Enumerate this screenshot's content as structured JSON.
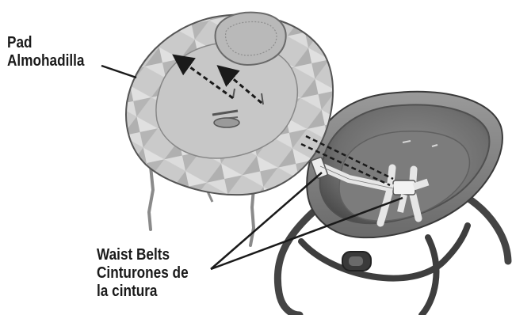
{
  "labels": {
    "pad": {
      "en": "Pad",
      "es": "Almohadilla"
    },
    "waist_belts": {
      "en": "Waist Belts",
      "es_line1": "Cinturones de",
      "es_line2": "la cintura"
    }
  },
  "colors": {
    "ink": "#1a1a1a",
    "pad_fabric_light": "#d2d2d2",
    "pad_fabric_mid": "#bdbdbd",
    "pad_fabric_dark": "#a8a8a8",
    "seat_shell": "#8a8a8a",
    "seat_rim": "#5e5e5e",
    "seat_inner": "#7a7a7a",
    "belt": "#e2e2e2",
    "frame": "#444444"
  }
}
